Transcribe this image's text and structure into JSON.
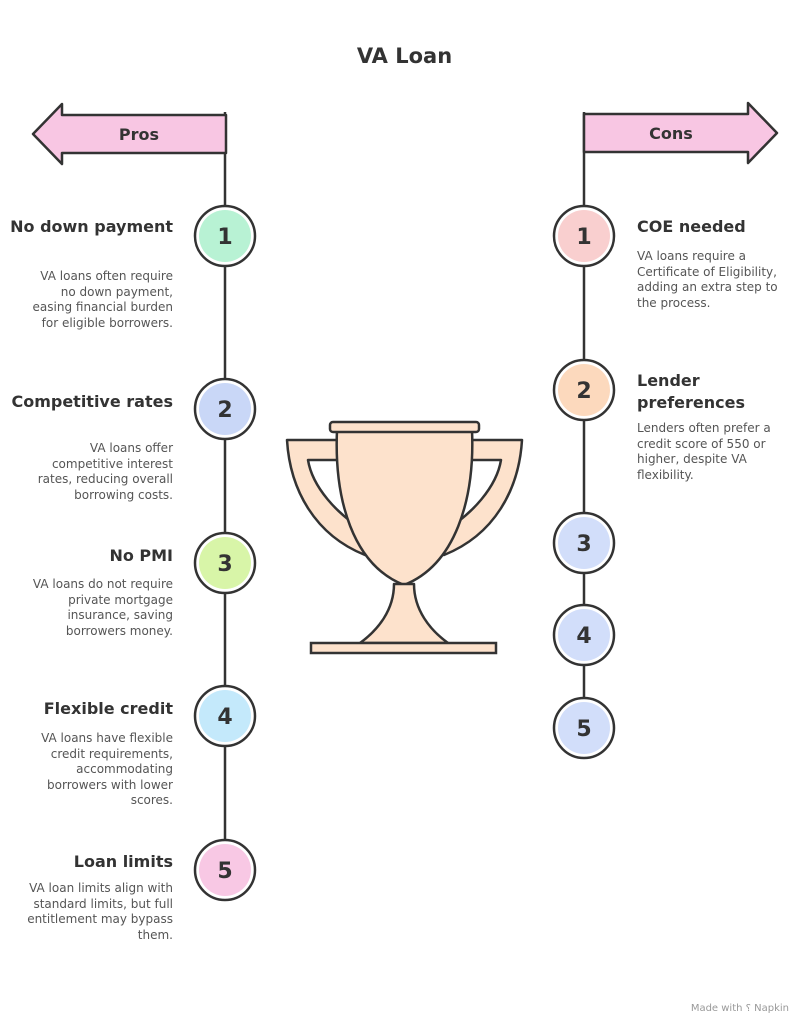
{
  "title": "VA Loan",
  "pros_label": "Pros",
  "cons_label": "Cons",
  "pros": [
    {
      "num": "1",
      "heading": "No down payment",
      "text": "VA loans often require no down payment, easing financial burden for eligible borrowers.",
      "color": "#b8f2d4"
    },
    {
      "num": "2",
      "heading": "Competitive rates",
      "text": "VA loans offer competitive interest rates, reducing overall borrowing costs.",
      "color": "#c9d7f7"
    },
    {
      "num": "3",
      "heading": "No PMI",
      "text": "VA loans do not require private mortgage insurance, saving borrowers money.",
      "color": "#d8f5a8"
    },
    {
      "num": "4",
      "heading": "Flexible credit",
      "text": "VA loans have flexible credit requirements, accommodating borrowers with lower scores.",
      "color": "#c4e9fb"
    },
    {
      "num": "5",
      "heading": "Loan limits",
      "text": "VA loan limits align with standard limits, but full entitlement may bypass them.",
      "color": "#f8c8e4"
    }
  ],
  "cons": [
    {
      "num": "1",
      "heading": "COE needed",
      "text": "VA loans require a Certificate of Eligibility, adding an extra step to the process.",
      "color": "#f9cfcf"
    },
    {
      "num": "2",
      "heading": "Lender preferences",
      "text": "Lenders often prefer a credit score of 550 or higher, despite VA flexibility.",
      "color": "#fcd9bd"
    },
    {
      "num": "3",
      "heading": "",
      "text": "",
      "color": "#d2defa"
    },
    {
      "num": "4",
      "heading": "",
      "text": "",
      "color": "#d2defa"
    },
    {
      "num": "5",
      "heading": "",
      "text": "",
      "color": "#d2defa"
    }
  ],
  "colors": {
    "banner": "#f8c6e3",
    "trophy": "#fde2cc",
    "stroke": "#333333"
  },
  "footer": "Made with ⸮ Napkin"
}
